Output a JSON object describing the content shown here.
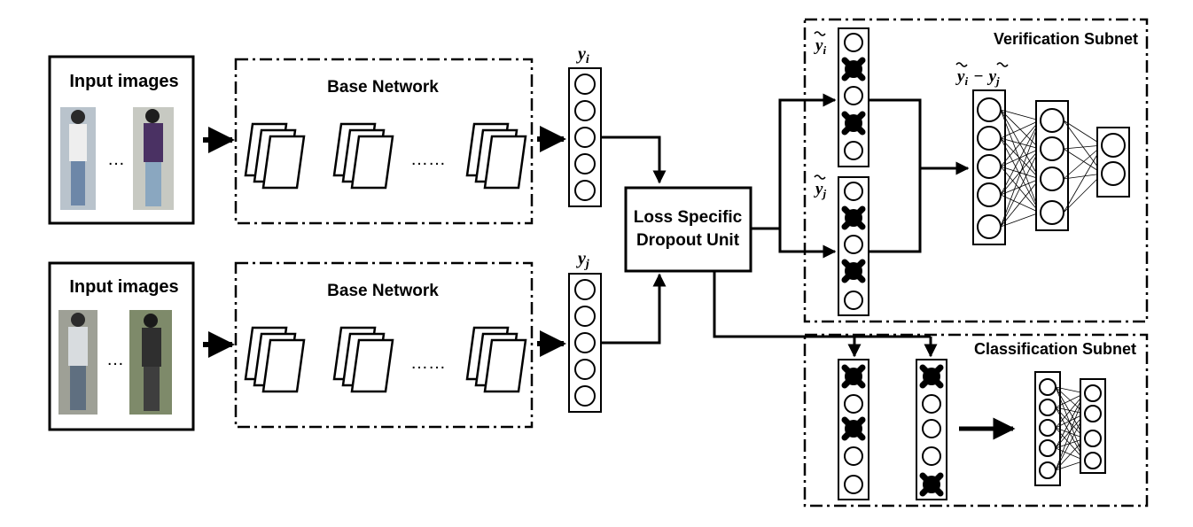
{
  "input_images_top_label": "Input images",
  "input_images_bottom_label": "Input images",
  "input_ellipsis": "…",
  "base_network_top_label": "Base Network",
  "base_network_bottom_label": "Base Network",
  "base_network_ellipsis": "……",
  "feature_top_label": "y",
  "feature_top_sub": "i",
  "feature_bottom_label": "y",
  "feature_bottom_sub": "j",
  "loss_unit_line1": "Loss Specific",
  "loss_unit_line2": "Dropout Unit",
  "verification_subnet_label": "Verification Subnet",
  "classification_subnet_label": "Classification Subnet",
  "dropped_i_label": "y",
  "dropped_i_sub": "i",
  "dropped_j_label": "y",
  "dropped_j_sub": "j",
  "difference_label": "y",
  "difference_sub_i": "i",
  "difference_minus": "−",
  "difference_sub_j": "j"
}
